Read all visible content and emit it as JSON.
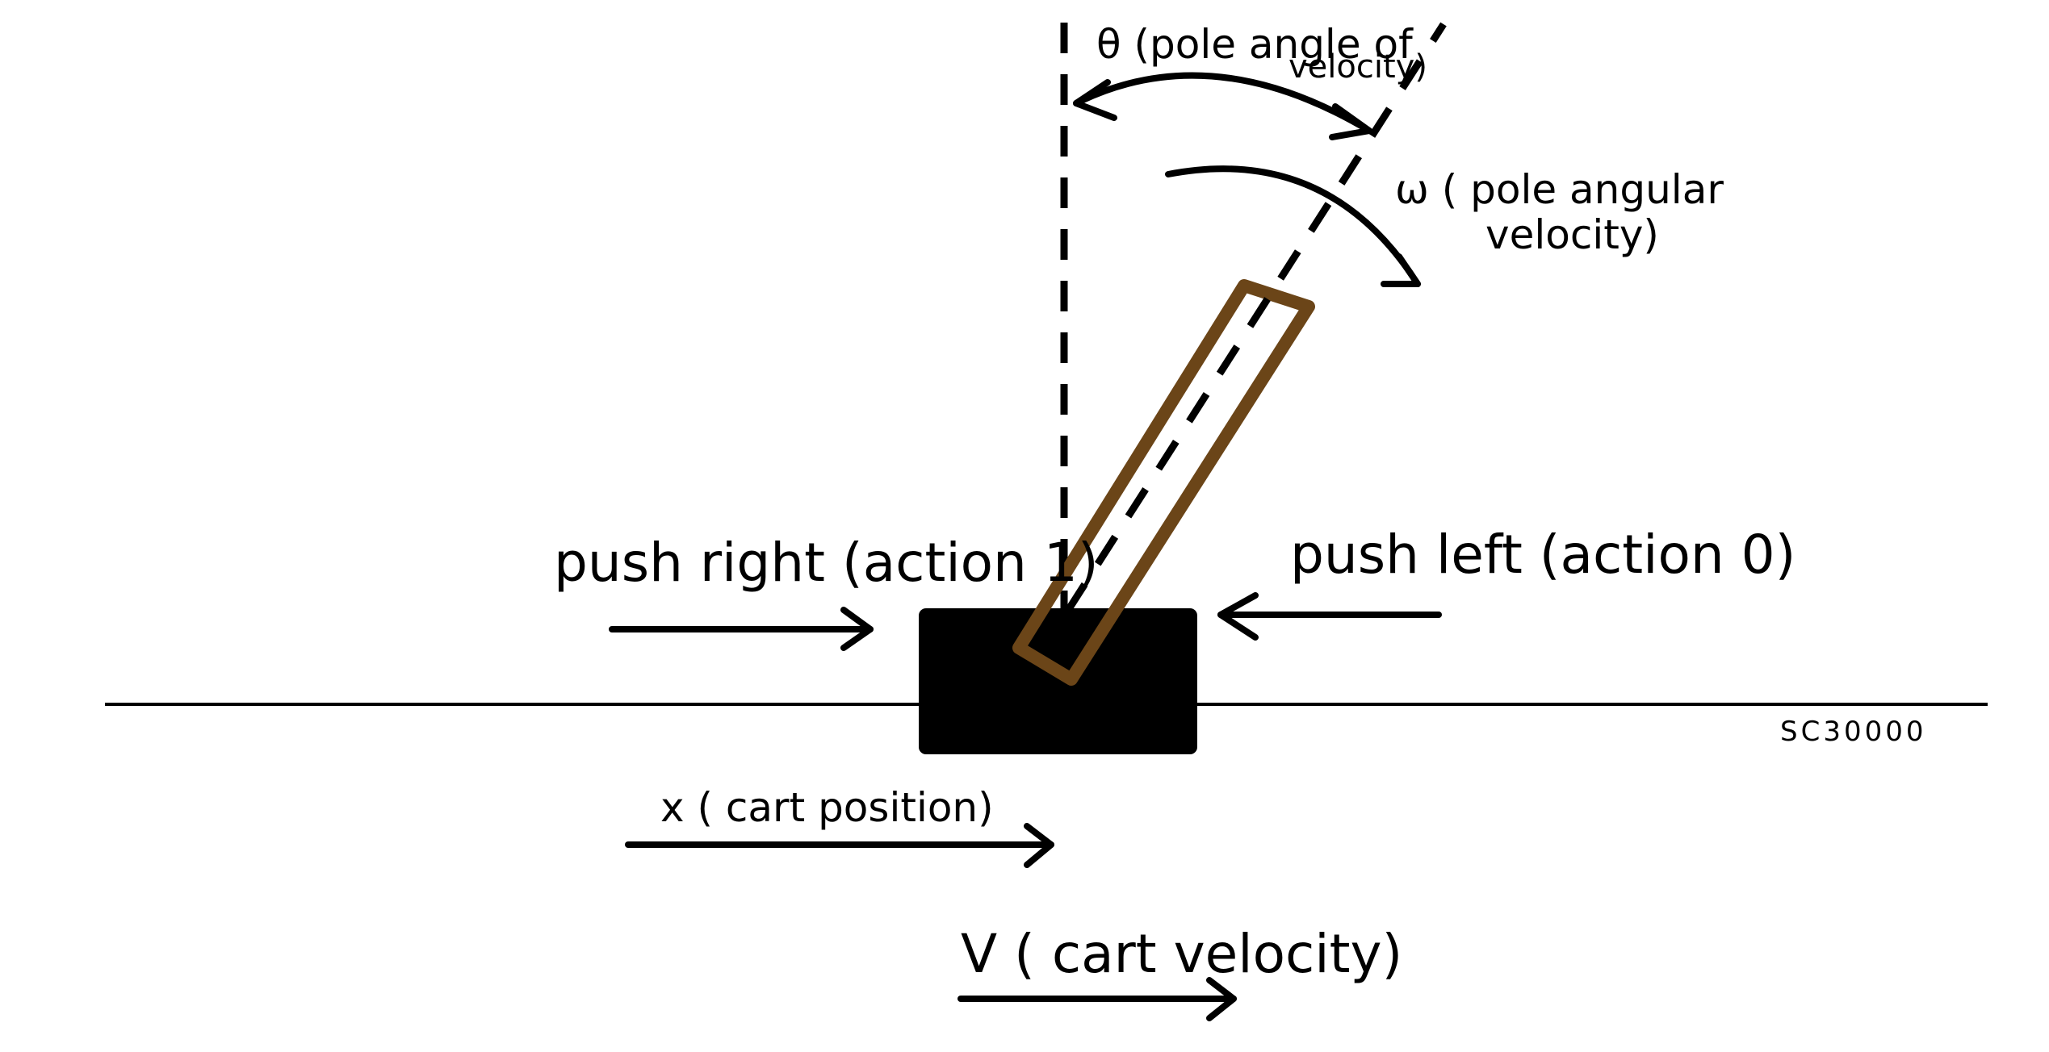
{
  "colors": {
    "ink": "#000000",
    "pole": "#6b4518",
    "background": "#ffffff"
  },
  "labels": {
    "theta_line1": "θ (pole angle of",
    "theta_line2": "velocity)",
    "omega_line1": "ω ( pole angular",
    "omega_line2": "velocity)",
    "push_right": "push right (action 1)",
    "push_left": "push left (action 0)",
    "cart_position": "x ( cart position)",
    "cart_velocity": "V ( cart velocity)",
    "signature": "SC30000"
  }
}
